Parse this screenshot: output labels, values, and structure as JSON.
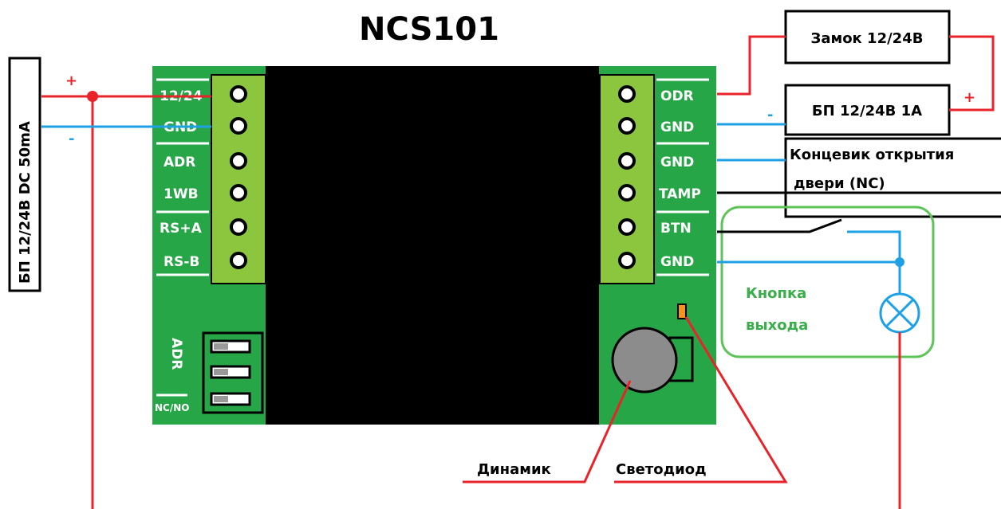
{
  "title": "NCS101",
  "power_supply_left": "БП 12/24В DC 50mA",
  "power_supply_right": "БП 12/24В 1А",
  "lock": "Замок 12/24В",
  "door_switch": [
    "Концевик открытия",
    "двери (NC)"
  ],
  "exit_button": [
    "Кнопка",
    "выхода"
  ],
  "speaker": "Динамик",
  "led": "Светодиод",
  "plus": "+",
  "minus": "-",
  "left_terminals": [
    "12/24",
    "GND",
    "ADR",
    "1WB",
    "RS+A",
    "RS-B"
  ],
  "right_terminals": [
    "ODR",
    "GND",
    "GND",
    "TAMP",
    "BTN",
    "GND"
  ],
  "jumper_labels": {
    "adr": "ADR",
    "ncno": "NC/NO"
  },
  "colors": {
    "board_green": "#26a647",
    "terminal_block": "#8cc63f",
    "chip_black": "#000000",
    "wire_red": "#e8232a",
    "wire_blue": "#1da1e4",
    "button_outline": "#5ec45a",
    "button_text": "#3aae4a",
    "led_orange": "#f7941d"
  }
}
